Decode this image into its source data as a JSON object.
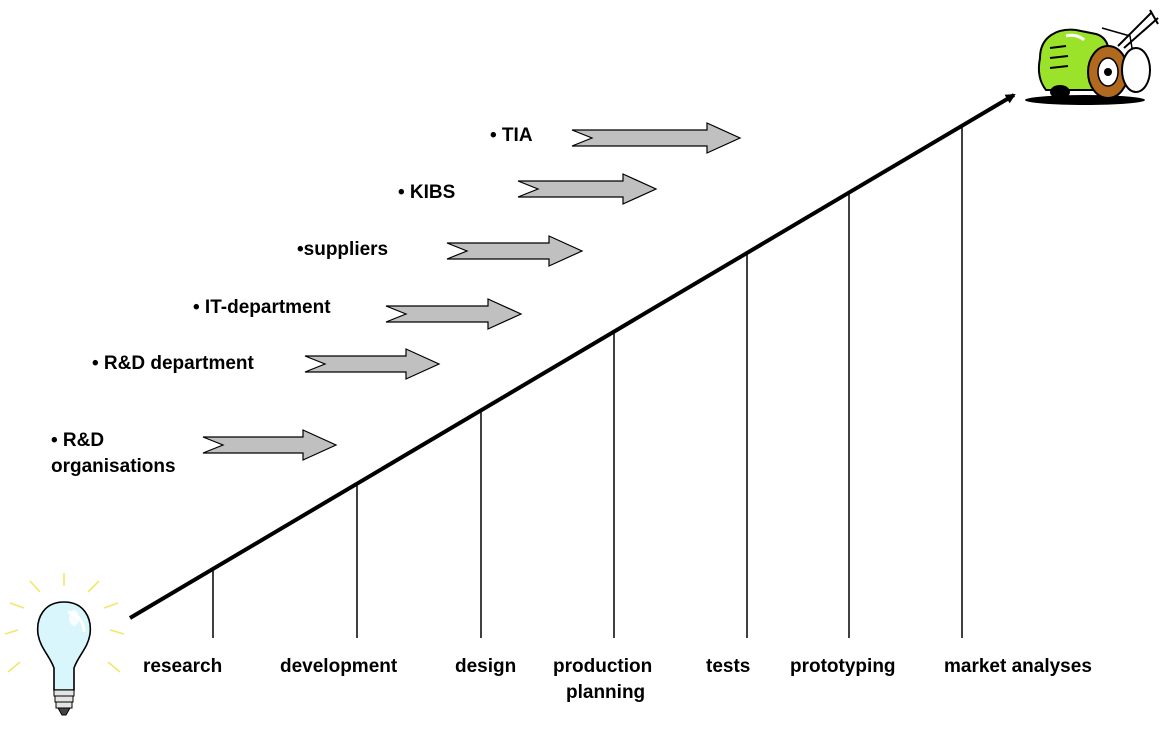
{
  "actors": [
    {
      "id": "tia",
      "label": "• TIA"
    },
    {
      "id": "kibs",
      "label": "• KIBS"
    },
    {
      "id": "suppliers",
      "label": "•suppliers"
    },
    {
      "id": "it",
      "label": "• IT-department"
    },
    {
      "id": "rnd-dept",
      "label": "• R&D department"
    },
    {
      "id": "rnd-org-1",
      "label": "• R&D"
    },
    {
      "id": "rnd-org-2",
      "label": "organisations"
    }
  ],
  "stages": [
    {
      "id": "research",
      "label": "research"
    },
    {
      "id": "development",
      "label": "development"
    },
    {
      "id": "design",
      "label": "design"
    },
    {
      "id": "production-1",
      "label": "production"
    },
    {
      "id": "production-2",
      "label": "planning"
    },
    {
      "id": "tests",
      "label": "tests"
    },
    {
      "id": "prototyping",
      "label": "prototyping"
    },
    {
      "id": "market",
      "label": "market analyses"
    }
  ],
  "icons": {
    "start": "light-bulb-icon",
    "end": "tractor-icon"
  },
  "colors": {
    "arrow_fill": "#c0c0c0",
    "bulb_fill": "#d8f6fb",
    "bulb_rays": "#f3e66a",
    "tractor_body": "#9be22a"
  }
}
